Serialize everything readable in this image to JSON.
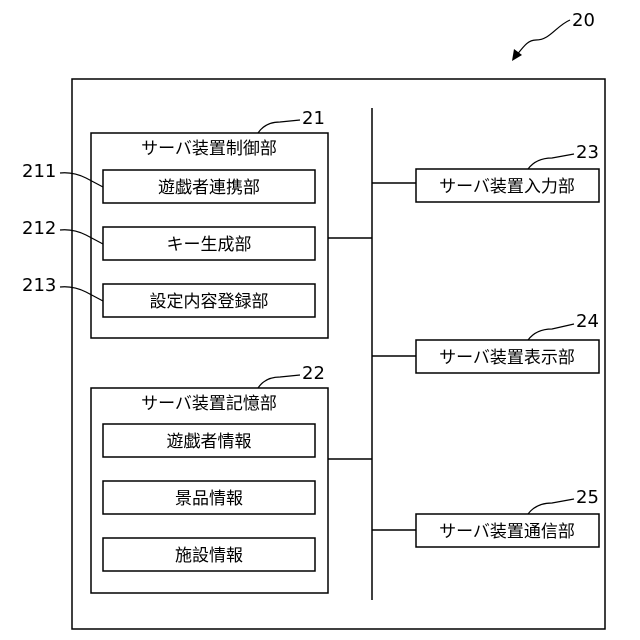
{
  "figure": {
    "ref": "20"
  },
  "control_unit": {
    "ref": "21",
    "title": "サーバ装置制御部",
    "items": [
      {
        "ref": "211",
        "label": "遊戯者連携部"
      },
      {
        "ref": "212",
        "label": "キー生成部"
      },
      {
        "ref": "213",
        "label": "設定内容登録部"
      }
    ]
  },
  "storage_unit": {
    "ref": "22",
    "title": "サーバ装置記憶部",
    "items": [
      {
        "label": "遊戯者情報"
      },
      {
        "label": "景品情報"
      },
      {
        "label": "施設情報"
      }
    ]
  },
  "input_unit": {
    "ref": "23",
    "label": "サーバ装置入力部"
  },
  "display_unit": {
    "ref": "24",
    "label": "サーバ装置表示部"
  },
  "comm_unit": {
    "ref": "25",
    "label": "サーバ装置通信部"
  }
}
